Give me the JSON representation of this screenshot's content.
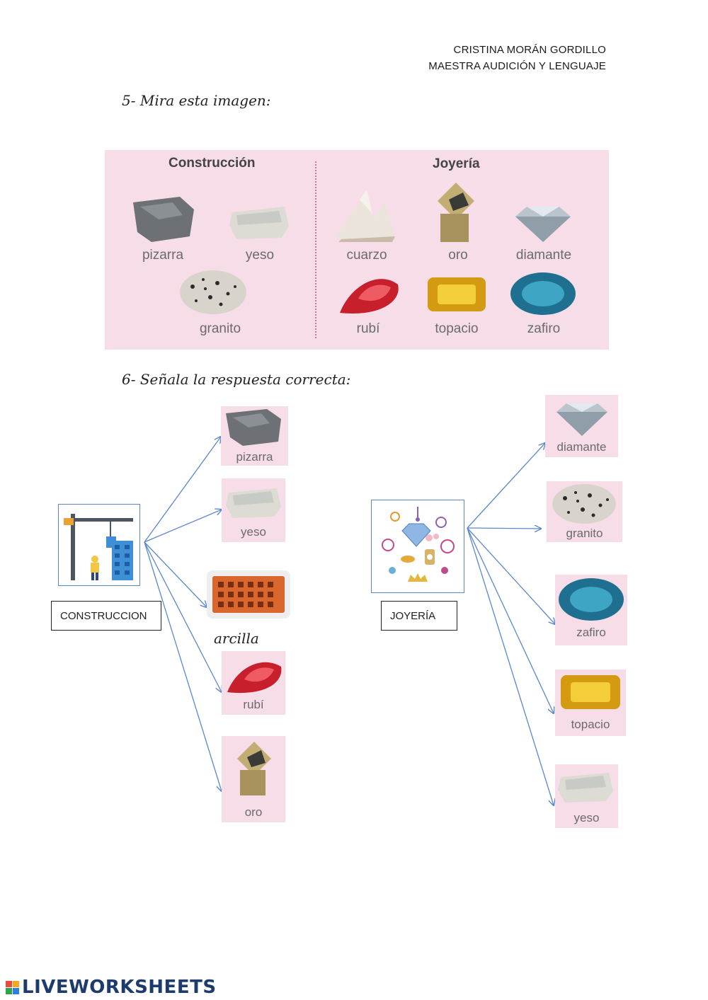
{
  "header": {
    "author_name": "CRISTINA MORÁN GORDILLO",
    "author_role": "MAESTRA AUDICIÓN Y LENGUAJE"
  },
  "q5": {
    "title": "5- Mira esta imagen:",
    "construccion_heading": "Construcción",
    "joyeria_heading": "Joyería",
    "construccion_items": [
      "pizarra",
      "yeso",
      "granito"
    ],
    "joyeria_items": [
      "cuarzo",
      "oro",
      "diamante",
      "rubí",
      "topacio",
      "zafiro"
    ]
  },
  "q6": {
    "title": "6- Señala la respuesta correcta:",
    "left_box_label": "CONSTRUCCION",
    "right_box_label": "JOYERÍA",
    "left_options": [
      "pizarra",
      "yeso",
      "arcilla",
      "rubí",
      "oro"
    ],
    "right_options": [
      "diamante",
      "granito",
      "zafiro",
      "topacio",
      "yeso"
    ]
  },
  "footer": {
    "brand": "LIVEWORKSHEETS"
  },
  "colors": {
    "panel_pink": "#f7dde8",
    "arrow_blue": "#5b87c9"
  }
}
